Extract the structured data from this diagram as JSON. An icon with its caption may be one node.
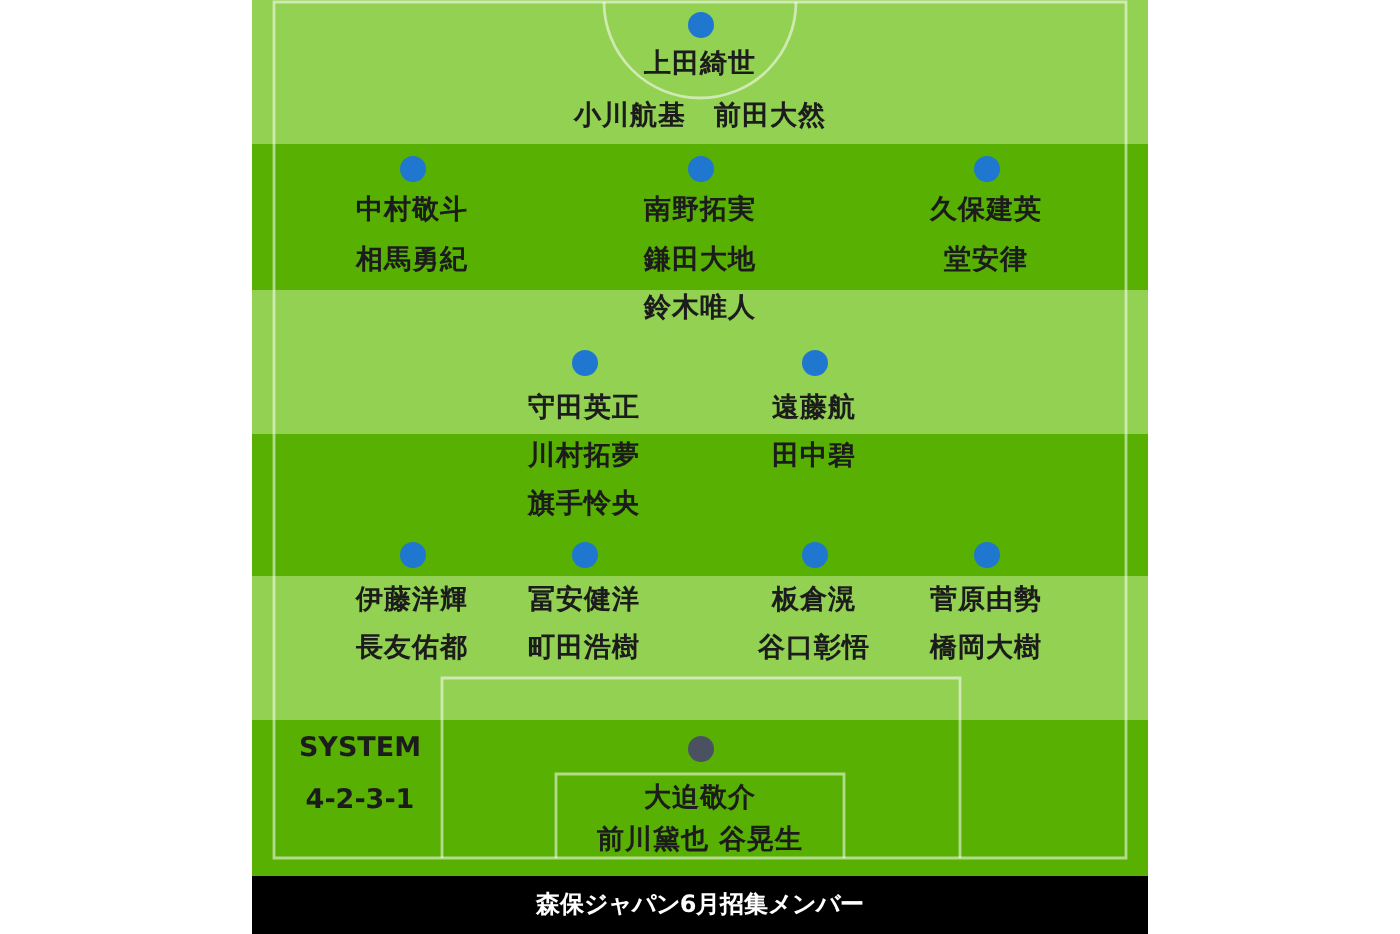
{
  "diagram": {
    "caption": "森保ジャパン6月招集メンバー",
    "nodes": [
      {
        "text": [],
        "shape": "circle",
        "beside": [
          "上田綺世",
          "小川航基　前田大然"
        ]
      },
      {
        "text": [],
        "shape": "circle",
        "beside": [
          "中村敬斗",
          "相馬勇紀"
        ]
      },
      {
        "text": [],
        "shape": "circle",
        "beside": [
          "南野拓実",
          "鎌田大地",
          "鈴木唯人"
        ]
      },
      {
        "text": [],
        "shape": "circle",
        "beside": [
          "久保建英",
          "堂安律"
        ]
      },
      {
        "text": [],
        "shape": "circle",
        "beside": [
          "守田英正",
          "川村拓夢",
          "旗手怜央"
        ]
      },
      {
        "text": [],
        "shape": "circle",
        "beside": [
          "遠藤航",
          "田中碧"
        ]
      },
      {
        "text": [],
        "shape": "circle",
        "beside": [
          "伊藤洋輝",
          "長友佑都"
        ]
      },
      {
        "text": [],
        "shape": "circle",
        "beside": [
          "冨安健洋",
          "町田浩樹"
        ]
      },
      {
        "text": [],
        "shape": "circle",
        "beside": [
          "板倉滉",
          "谷口彰悟"
        ]
      },
      {
        "text": [],
        "shape": "circle",
        "beside": [
          "菅原由勢",
          "橋岡大樹"
        ]
      },
      {
        "text": [],
        "shape": "circle",
        "beside": [
          "大迫敬介",
          "前川黛也 谷晃生"
        ]
      }
    ],
    "labels": [
      "SYSTEM",
      "4-2-3-1"
    ]
  }
}
